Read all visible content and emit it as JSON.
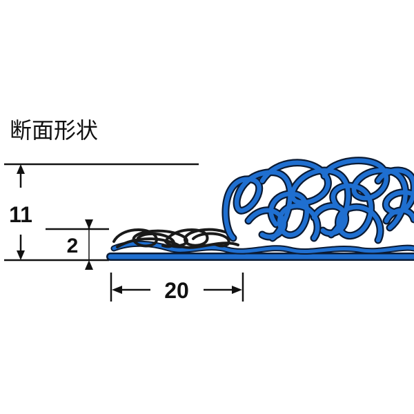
{
  "title": "断面形状",
  "dimensions": {
    "total_height": "11",
    "base_height": "2",
    "base_length": "20"
  },
  "colors": {
    "ink": "#111111",
    "loop_blue": "#1f6fd0",
    "loop_outline": "#0a1a33",
    "base_dark": "#1a1a1a"
  }
}
